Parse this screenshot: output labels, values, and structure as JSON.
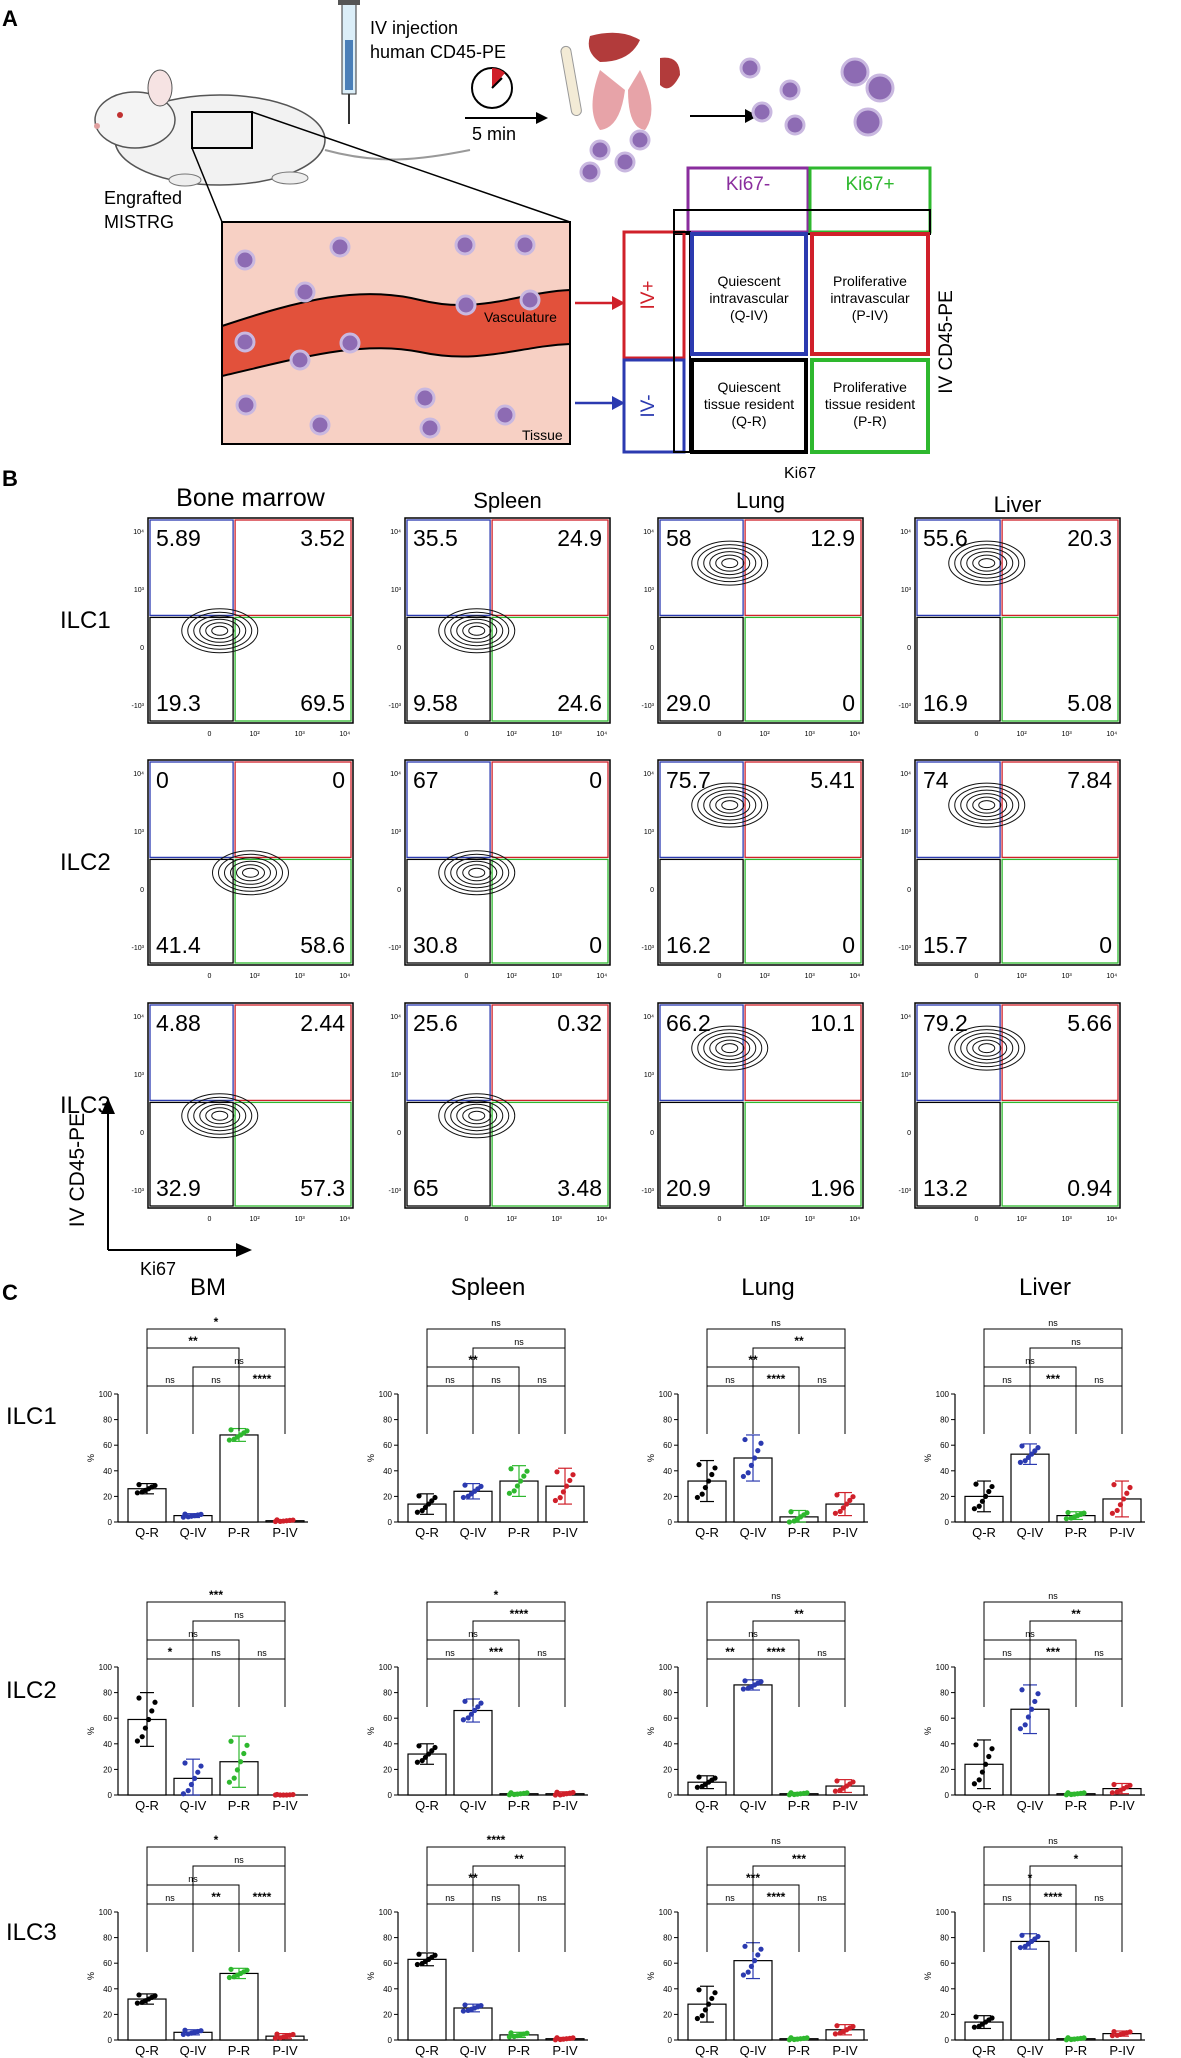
{
  "panels": {
    "a": "A",
    "b": "B",
    "c": "C"
  },
  "panel_a": {
    "injection": [
      "IV injection",
      "human CD45-PE"
    ],
    "timer": "5 min",
    "mouse": [
      "Engrafted",
      "MISTRG"
    ],
    "vasculature": "Vasculature",
    "tissue": "Tissue",
    "ki67_neg": "Ki67-",
    "ki67_pos": "Ki67+",
    "iv_pos": "IV+",
    "iv_neg": "IV-",
    "iv_axis": "IV CD45-PE",
    "ki67_axis": "Ki67",
    "quadrants": {
      "q_iv": [
        "Quiescent",
        "intravascular",
        "(Q-IV)"
      ],
      "p_iv": [
        "Proliferative",
        "intravascular",
        "(P-IV)"
      ],
      "q_r": [
        "Quiescent",
        "tissue resident",
        "(Q-R)"
      ],
      "p_r": [
        "Proliferative",
        "tissue resident",
        "(P-R)"
      ]
    },
    "colors": {
      "red": "#d0202a",
      "blue": "#2b3ab0",
      "green": "#2eb82e",
      "purple": "#8a2d9e",
      "black": "#000000"
    }
  },
  "panel_b": {
    "columns": [
      "Bone  marrow",
      "Spleen",
      "Lung",
      "Liver"
    ],
    "rows": [
      "ILC1",
      "ILC2",
      "ILC3"
    ],
    "y_axis": "IV CD45-PE",
    "x_axis": "Ki67",
    "quadrant_values": [
      [
        [
          "5.89",
          "3.52",
          "19.3",
          "69.5"
        ],
        [
          "35.5",
          "24.9",
          "9.58",
          "24.6"
        ],
        [
          "58",
          "12.9",
          "29.0",
          "0"
        ],
        [
          "55.6",
          "20.3",
          "16.9",
          "5.08"
        ]
      ],
      [
        [
          "0",
          "0",
          "41.4",
          "58.6"
        ],
        [
          "67",
          "0",
          "30.8",
          "0"
        ],
        [
          "75.7",
          "5.41",
          "16.2",
          "0"
        ],
        [
          "74",
          "7.84",
          "15.7",
          "0"
        ]
      ],
      [
        [
          "4.88",
          "2.44",
          "32.9",
          "57.3"
        ],
        [
          "25.6",
          "0.32",
          "65",
          "3.48"
        ],
        [
          "66.2",
          "10.1",
          "20.9",
          "1.96"
        ],
        [
          "79.2",
          "5.66",
          "13.2",
          "0.94"
        ]
      ]
    ],
    "x_ticks": [
      "0",
      "10²",
      "10³",
      "10⁴"
    ],
    "y_ticks": [
      "10⁴",
      "10³",
      "0",
      "-10³"
    ]
  },
  "chart_data": {
    "type": "bar",
    "columns": [
      "BM",
      "Spleen",
      "Lung",
      "Liver"
    ],
    "rows": [
      "ILC1",
      "ILC2",
      "ILC3"
    ],
    "categories": [
      "Q-R",
      "Q-IV",
      "P-R",
      "P-IV"
    ],
    "category_colors": [
      "#000000",
      "#2b3ab0",
      "#2eb82e",
      "#d0202a"
    ],
    "ylabel": "%",
    "ylim": [
      0,
      100
    ],
    "yticks": [
      "0",
      "20",
      "40",
      "60",
      "80",
      "100"
    ],
    "panels": [
      {
        "column": "BM",
        "row": "ILC1",
        "values": [
          26,
          5,
          68,
          1
        ],
        "errors": [
          4,
          1.5,
          5,
          0.8
        ],
        "comparisons": [
          [
            "Q-R",
            "Q-IV",
            "ns"
          ],
          [
            "Q-IV",
            "P-R",
            "ns"
          ],
          [
            "P-R",
            "P-IV",
            "****"
          ],
          [
            "Q-IV",
            "P-IV",
            "ns"
          ],
          [
            "Q-R",
            "P-R",
            "**"
          ],
          [
            "Q-R",
            "P-IV",
            "*"
          ]
        ]
      },
      {
        "column": "Spleen",
        "row": "ILC1",
        "values": [
          14,
          24,
          32,
          28
        ],
        "errors": [
          8,
          6,
          12,
          14
        ],
        "comparisons": [
          [
            "Q-R",
            "Q-IV",
            "ns"
          ],
          [
            "Q-IV",
            "P-R",
            "ns"
          ],
          [
            "P-R",
            "P-IV",
            "ns"
          ],
          [
            "Q-R",
            "P-R",
            "**"
          ],
          [
            "Q-IV",
            "P-IV",
            "ns"
          ],
          [
            "Q-R",
            "P-IV",
            "ns"
          ]
        ]
      },
      {
        "column": "Lung",
        "row": "ILC1",
        "values": [
          32,
          50,
          4,
          14
        ],
        "errors": [
          16,
          18,
          5,
          9
        ],
        "comparisons": [
          [
            "Q-R",
            "Q-IV",
            "ns"
          ],
          [
            "Q-IV",
            "P-R",
            "****"
          ],
          [
            "P-R",
            "P-IV",
            "ns"
          ],
          [
            "Q-R",
            "P-R",
            "**"
          ],
          [
            "Q-IV",
            "P-IV",
            "**"
          ],
          [
            "Q-R",
            "P-IV",
            "ns"
          ]
        ]
      },
      {
        "column": "Liver",
        "row": "ILC1",
        "values": [
          20,
          53,
          5,
          18
        ],
        "errors": [
          12,
          8,
          3,
          14
        ],
        "comparisons": [
          [
            "Q-R",
            "Q-IV",
            "ns"
          ],
          [
            "Q-IV",
            "P-R",
            "***"
          ],
          [
            "P-R",
            "P-IV",
            "ns"
          ],
          [
            "Q-R",
            "P-R",
            "ns"
          ],
          [
            "Q-IV",
            "P-IV",
            "ns"
          ],
          [
            "Q-R",
            "P-IV",
            "ns"
          ]
        ]
      },
      {
        "column": "BM",
        "row": "ILC2",
        "values": [
          59,
          13,
          26,
          0
        ],
        "errors": [
          21,
          15,
          20,
          0.5
        ],
        "comparisons": [
          [
            "Q-R",
            "Q-IV",
            "*"
          ],
          [
            "Q-IV",
            "P-R",
            "ns"
          ],
          [
            "P-R",
            "P-IV",
            "ns"
          ],
          [
            "Q-R",
            "P-R",
            "ns"
          ],
          [
            "Q-IV",
            "P-IV",
            "ns"
          ],
          [
            "Q-R",
            "P-IV",
            "***"
          ]
        ]
      },
      {
        "column": "Spleen",
        "row": "ILC2",
        "values": [
          32,
          66,
          1,
          1
        ],
        "errors": [
          8,
          9,
          1,
          1.5
        ],
        "comparisons": [
          [
            "Q-R",
            "Q-IV",
            "ns"
          ],
          [
            "Q-IV",
            "P-R",
            "***"
          ],
          [
            "P-R",
            "P-IV",
            "ns"
          ],
          [
            "Q-R",
            "P-R",
            "ns"
          ],
          [
            "Q-IV",
            "P-IV",
            "****"
          ],
          [
            "Q-R",
            "P-IV",
            "*"
          ]
        ]
      },
      {
        "column": "Lung",
        "row": "ILC2",
        "values": [
          10,
          86,
          1,
          7
        ],
        "errors": [
          5,
          4,
          1,
          5
        ],
        "comparisons": [
          [
            "Q-R",
            "Q-IV",
            "**"
          ],
          [
            "Q-IV",
            "P-R",
            "****"
          ],
          [
            "P-R",
            "P-IV",
            "ns"
          ],
          [
            "Q-R",
            "P-R",
            "ns"
          ],
          [
            "Q-IV",
            "P-IV",
            "**"
          ],
          [
            "Q-R",
            "P-IV",
            "ns"
          ]
        ]
      },
      {
        "column": "Liver",
        "row": "ILC2",
        "values": [
          24,
          67,
          1,
          5
        ],
        "errors": [
          19,
          19,
          1,
          4
        ],
        "comparisons": [
          [
            "Q-R",
            "Q-IV",
            "ns"
          ],
          [
            "Q-IV",
            "P-R",
            "***"
          ],
          [
            "P-R",
            "P-IV",
            "ns"
          ],
          [
            "Q-R",
            "P-R",
            "ns"
          ],
          [
            "Q-IV",
            "P-IV",
            "**"
          ],
          [
            "Q-R",
            "P-IV",
            "ns"
          ]
        ]
      },
      {
        "column": "BM",
        "row": "ILC3",
        "values": [
          32,
          6,
          52,
          3
        ],
        "errors": [
          4,
          2,
          4,
          2
        ],
        "comparisons": [
          [
            "Q-R",
            "Q-IV",
            "ns"
          ],
          [
            "Q-IV",
            "P-R",
            "**"
          ],
          [
            "P-R",
            "P-IV",
            "****"
          ],
          [
            "Q-R",
            "P-R",
            "ns"
          ],
          [
            "Q-IV",
            "P-IV",
            "ns"
          ],
          [
            "Q-R",
            "P-IV",
            "*"
          ]
        ]
      },
      {
        "column": "Spleen",
        "row": "ILC3",
        "values": [
          63,
          25,
          4,
          1
        ],
        "errors": [
          5,
          3,
          2,
          1
        ],
        "comparisons": [
          [
            "Q-R",
            "Q-IV",
            "ns"
          ],
          [
            "Q-IV",
            "P-R",
            "ns"
          ],
          [
            "P-R",
            "P-IV",
            "ns"
          ],
          [
            "Q-R",
            "P-R",
            "**"
          ],
          [
            "Q-IV",
            "P-IV",
            "**"
          ],
          [
            "Q-R",
            "P-IV",
            "****"
          ]
        ]
      },
      {
        "column": "Lung",
        "row": "ILC3",
        "values": [
          28,
          62,
          1,
          8
        ],
        "errors": [
          14,
          14,
          1,
          4
        ],
        "comparisons": [
          [
            "Q-R",
            "Q-IV",
            "ns"
          ],
          [
            "Q-IV",
            "P-R",
            "****"
          ],
          [
            "P-R",
            "P-IV",
            "ns"
          ],
          [
            "Q-R",
            "P-R",
            "***"
          ],
          [
            "Q-IV",
            "P-IV",
            "***"
          ],
          [
            "Q-R",
            "P-IV",
            "ns"
          ]
        ]
      },
      {
        "column": "Liver",
        "row": "ILC3",
        "values": [
          14,
          77,
          1,
          5
        ],
        "errors": [
          5,
          6,
          1,
          2
        ],
        "comparisons": [
          [
            "Q-R",
            "Q-IV",
            "ns"
          ],
          [
            "Q-IV",
            "P-R",
            "****"
          ],
          [
            "P-R",
            "P-IV",
            "ns"
          ],
          [
            "Q-R",
            "P-R",
            "*"
          ],
          [
            "Q-IV",
            "P-IV",
            "*"
          ],
          [
            "Q-R",
            "P-IV",
            "ns"
          ]
        ]
      }
    ]
  }
}
